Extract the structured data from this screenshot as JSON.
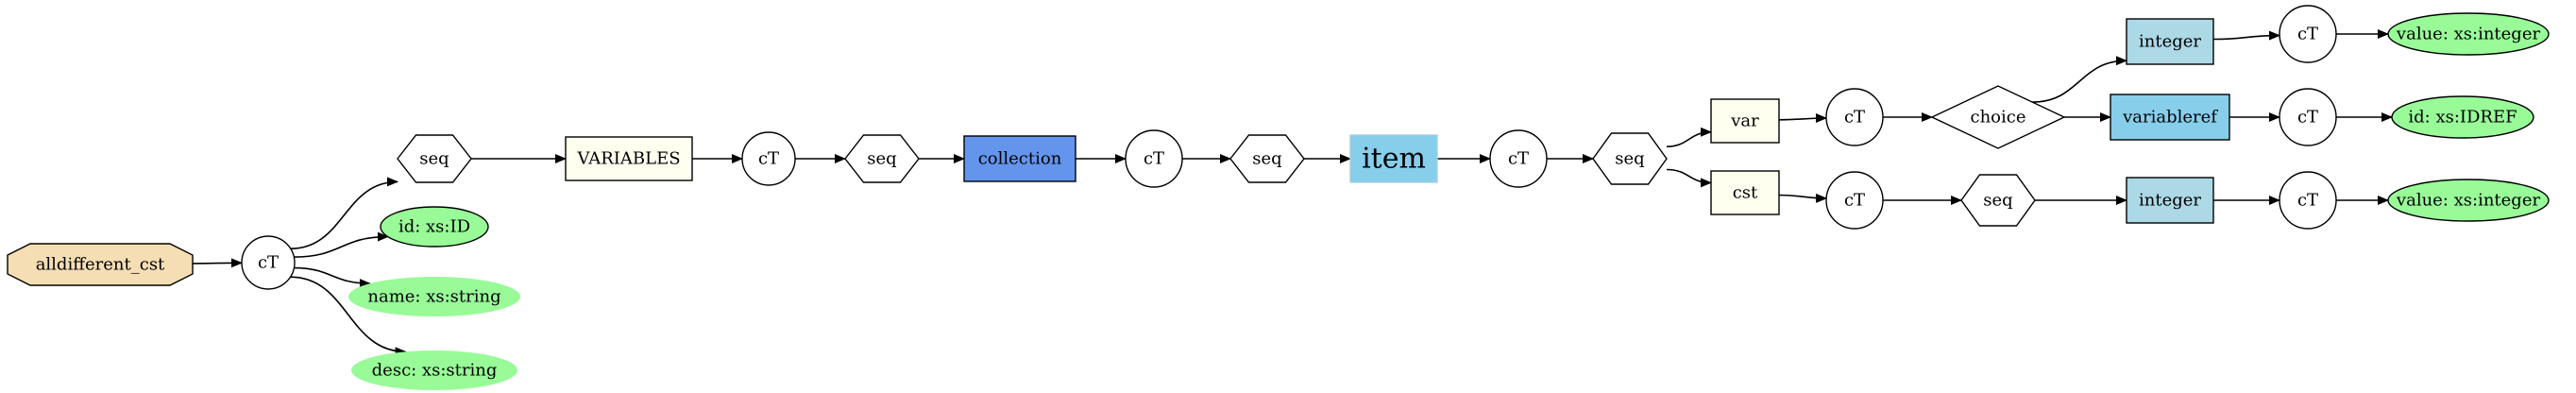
{
  "colors": {
    "root": "#f5deb3",
    "yellow_box": "#fffff0",
    "blue_box": "#6495ed",
    "light_blue_box": "#add8e6",
    "sky_box": "#87ceeb",
    "attr_green": "#98fb98",
    "item_border": "#a9cfdf",
    "edge": "#000000"
  },
  "nodes": [
    {
      "id": "root",
      "shape": "octagon",
      "label": "alldifferent_cst",
      "fill": "root",
      "icon": "octagon-node"
    },
    {
      "id": "ct1",
      "shape": "circle",
      "label": "cT"
    },
    {
      "id": "seq1",
      "shape": "hexagon",
      "label": "seq"
    },
    {
      "id": "attr_id",
      "shape": "ellipse",
      "label": "id: xs:ID",
      "fill": "attr_green",
      "border": true
    },
    {
      "id": "attr_name",
      "shape": "ellipse",
      "label": "name: xs:string",
      "fill": "attr_green",
      "border": false
    },
    {
      "id": "attr_desc",
      "shape": "ellipse",
      "label": "desc: xs:string",
      "fill": "attr_green",
      "border": false
    },
    {
      "id": "variables",
      "shape": "rect",
      "label": "VARIABLES",
      "fill": "yellow_box"
    },
    {
      "id": "ct2",
      "shape": "circle",
      "label": "cT"
    },
    {
      "id": "seq2",
      "shape": "hexagon",
      "label": "seq"
    },
    {
      "id": "collection",
      "shape": "rect",
      "label": "collection",
      "fill": "blue_box"
    },
    {
      "id": "ct3",
      "shape": "circle",
      "label": "cT"
    },
    {
      "id": "seq3",
      "shape": "hexagon",
      "label": "seq"
    },
    {
      "id": "item",
      "shape": "rect",
      "label": "item",
      "fill": "sky_box",
      "large": true
    },
    {
      "id": "ct4",
      "shape": "circle",
      "label": "cT"
    },
    {
      "id": "seq4",
      "shape": "hexagon",
      "label": "seq"
    },
    {
      "id": "var",
      "shape": "rect",
      "label": "var",
      "fill": "yellow_box"
    },
    {
      "id": "cst",
      "shape": "rect",
      "label": "cst",
      "fill": "yellow_box"
    },
    {
      "id": "ct5",
      "shape": "circle",
      "label": "cT"
    },
    {
      "id": "ct6",
      "shape": "circle",
      "label": "cT"
    },
    {
      "id": "choice",
      "shape": "diamond",
      "label": "choice"
    },
    {
      "id": "seq5",
      "shape": "hexagon",
      "label": "seq"
    },
    {
      "id": "integer1",
      "shape": "rect",
      "label": "integer",
      "fill": "light_blue_box"
    },
    {
      "id": "variableref",
      "shape": "rect",
      "label": "variableref",
      "fill": "sky_box"
    },
    {
      "id": "integer2",
      "shape": "rect",
      "label": "integer",
      "fill": "light_blue_box"
    },
    {
      "id": "ct7",
      "shape": "circle",
      "label": "cT"
    },
    {
      "id": "ct8",
      "shape": "circle",
      "label": "cT"
    },
    {
      "id": "ct9",
      "shape": "circle",
      "label": "cT"
    },
    {
      "id": "attr_value1",
      "shape": "ellipse",
      "label": "value: xs:integer",
      "fill": "attr_green",
      "border": true
    },
    {
      "id": "attr_idref",
      "shape": "ellipse",
      "label": "id: xs:IDREF",
      "fill": "attr_green",
      "border": true
    },
    {
      "id": "attr_value2",
      "shape": "ellipse",
      "label": "value: xs:integer",
      "fill": "attr_green",
      "border": true
    }
  ],
  "edges": [
    [
      "root",
      "ct1"
    ],
    [
      "ct1",
      "seq1"
    ],
    [
      "ct1",
      "attr_id"
    ],
    [
      "ct1",
      "attr_name"
    ],
    [
      "ct1",
      "attr_desc"
    ],
    [
      "seq1",
      "variables"
    ],
    [
      "variables",
      "ct2"
    ],
    [
      "ct2",
      "seq2"
    ],
    [
      "seq2",
      "collection"
    ],
    [
      "collection",
      "ct3"
    ],
    [
      "ct3",
      "seq3"
    ],
    [
      "seq3",
      "item"
    ],
    [
      "item",
      "ct4"
    ],
    [
      "ct4",
      "seq4"
    ],
    [
      "seq4",
      "var"
    ],
    [
      "seq4",
      "cst"
    ],
    [
      "var",
      "ct5"
    ],
    [
      "cst",
      "ct6"
    ],
    [
      "ct5",
      "choice"
    ],
    [
      "ct6",
      "seq5"
    ],
    [
      "choice",
      "integer1"
    ],
    [
      "choice",
      "variableref"
    ],
    [
      "seq5",
      "integer2"
    ],
    [
      "integer1",
      "ct7"
    ],
    [
      "variableref",
      "ct8"
    ],
    [
      "integer2",
      "ct9"
    ],
    [
      "ct7",
      "attr_value1"
    ],
    [
      "ct8",
      "attr_idref"
    ],
    [
      "ct9",
      "attr_value2"
    ]
  ]
}
